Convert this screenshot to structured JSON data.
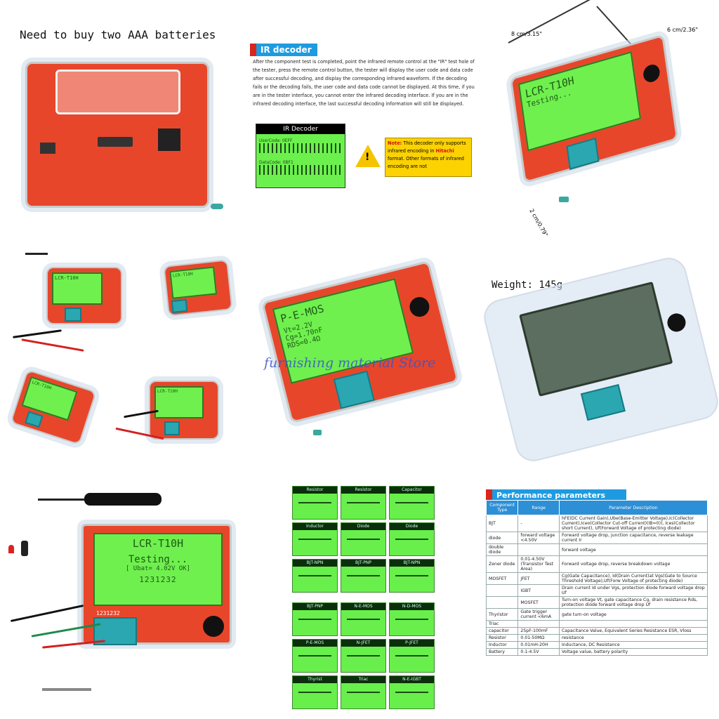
{
  "tile1": {
    "caption": "Need to buy two AAA batteries"
  },
  "ir": {
    "heading": "IR decoder",
    "paragraph": "After the component test is completed, point the infrared remote control at the \"IR\" test hole of the tester, press the remote control button, the tester will display the user code and data code after successful decoding, and display the corresponding infrared waveform. If the decoding fails or the decoding fails, the user code and data code cannot be displayed. At this time, if you are in the tester interface, you cannot enter the infrared decoding interface. If you are in the infrared decoding interface, the last successful decoding information will still be displayed.",
    "lcd_title": "IR Decoder",
    "user_code": "UserCode: 0EFF",
    "data_code": "DataCode: 0BF1",
    "note_label": "Note:",
    "note_text": "This decoder only supports infrared encoding in",
    "note_brand": "Hitachi",
    "note_tail": "format. Other formats of infrared encoding are not"
  },
  "dims": {
    "width": "8 cm/3.15\"",
    "depth": "6 cm/2.36\"",
    "height": "2 cm/0.79\""
  },
  "lcd_main": {
    "model": "LCR-T10H",
    "status": "Testing...",
    "battery": "[ Ubat= 4.02V OK]",
    "digits": "1231232",
    "serial": "1231232"
  },
  "mos": {
    "name": "P-E-MOS",
    "vt": "Vt=2.2V",
    "cg": "Cg=1.70nF",
    "rds": "RDS=0.4Ω"
  },
  "watermark": "furnishing material Store",
  "weight": {
    "label": "Weight: 145g"
  },
  "component_grid": [
    [
      "Resistor",
      "Resistor",
      "Capacitor"
    ],
    [
      "Inductor",
      "Diode",
      "Diode"
    ],
    [
      "BJT-NPN",
      "BJT-PNP",
      "BJT-NPN"
    ],
    [
      "BJT-PNP",
      "N-E-MOS",
      "N-D-MOS"
    ],
    [
      "P-E-MOS",
      "N-JFET",
      "P-JFET"
    ],
    [
      "Thyrist",
      "Triac",
      "N-E-IGBT"
    ]
  ],
  "perf": {
    "heading": "Performance parameters",
    "columns": [
      "Component Type",
      "Range",
      "Parameter Description"
    ],
    "rows": [
      [
        "BJT",
        "-",
        "hFE(DC Current Gain),Ube(Base-Emitter Voltage),Ic(Collector Current),Iceo(Collector Cut-off Current)(IB=0)), Ices(Collector short Current), Uf(Forward Voltage of protecting diode)"
      ],
      [
        "diode",
        "forward voltage <4.50V",
        "Forward voltage drop, junction capacitance, reverse leakage current Ir"
      ],
      [
        "double diode",
        "",
        "forward voltage"
      ],
      [
        "Zener diode",
        "0.01-4.50V (Transistor Test Area)",
        "Forward voltage drop, reverse breakdown voltage"
      ],
      [
        "MOSFET",
        "JFET",
        "Cg(Gate Capacitance), Id(Drain Current)at Vgs(Gate to Source Threshold Voltage),Uf(Forw Voltage of protecting diode)"
      ],
      [
        "",
        "IGBT",
        "Drain current Id under Vgs, protection diode forward voltage drop Uf"
      ],
      [
        "",
        "MOSFET",
        "Turn-on voltage Vt, gate capacitance Cg, drain resistance Rds, protection diode forward voltage drop Uf"
      ],
      [
        "Thyristor",
        "Gate trigger current <6mA",
        "gate turn-on voltage"
      ],
      [
        "Triac",
        "",
        ""
      ],
      [
        "capacitor",
        "25pF-100mF",
        "Capacitance Value, Equivalent Series Resistance ESR, Vloss"
      ],
      [
        "Resistor",
        "0.01-50MΩ",
        "resistance"
      ],
      [
        "Inductor",
        "0.01mH-20H",
        "Inductance, DC Resistance"
      ],
      [
        "Battery",
        "0.1-4.5V",
        "Voltage value, battery polarity"
      ]
    ]
  }
}
